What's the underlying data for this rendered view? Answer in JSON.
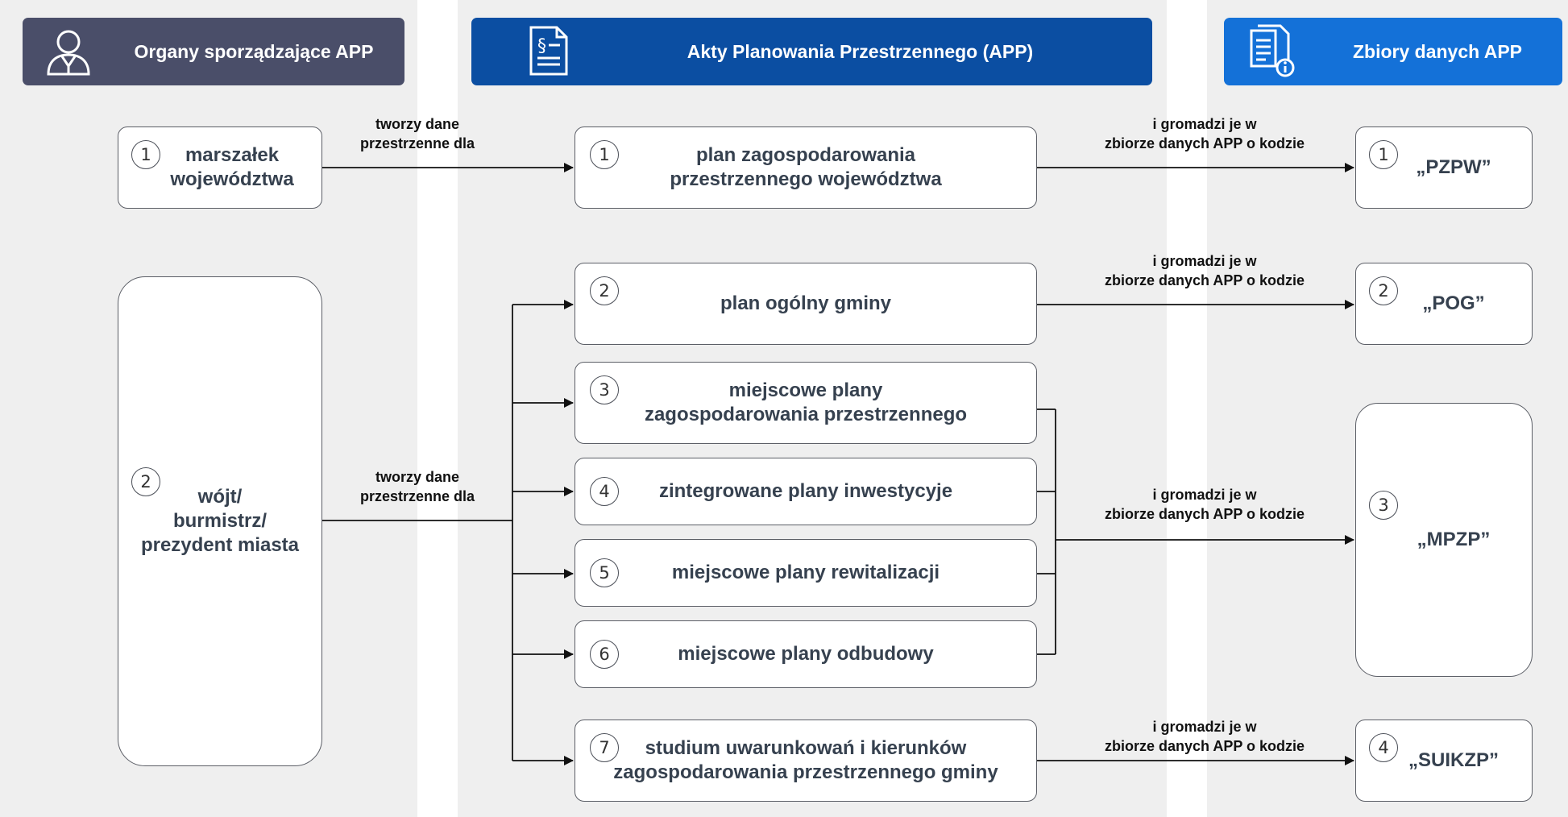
{
  "colors": {
    "column_bg": "#efefef",
    "header_organy": "#4a4e69",
    "header_akty": "#0b4ea2",
    "header_zbiory": "#1471d8",
    "box_text": "#36414f"
  },
  "headers": {
    "organy": {
      "title": "Organy sporządzające APP",
      "icon": "person-icon"
    },
    "akty": {
      "title": "Akty Planowania Przestrzennego (APP)",
      "icon": "legal-document-icon"
    },
    "zbiory": {
      "title": "Zbiory danych APP",
      "icon": "document-info-icon"
    }
  },
  "organy": [
    {
      "num": "1",
      "line1": "marszałek",
      "line2": "województwa",
      "line3": ""
    },
    {
      "num": "2",
      "line1": "wójt/",
      "line2": "burmistrz/",
      "line3": "prezydent miasta"
    }
  ],
  "akty": [
    {
      "num": "1",
      "line1": "plan zagospodarowania",
      "line2": "przestrzennego województwa"
    },
    {
      "num": "2",
      "line1": "plan ogólny gminy",
      "line2": ""
    },
    {
      "num": "3",
      "line1": "miejscowe plany",
      "line2": "zagospodarowania przestrzennego"
    },
    {
      "num": "4",
      "line1": "zintegrowane plany inwestycyje",
      "line2": ""
    },
    {
      "num": "5",
      "line1": "miejscowe plany rewitalizacji",
      "line2": ""
    },
    {
      "num": "6",
      "line1": "miejscowe plany odbudowy",
      "line2": ""
    },
    {
      "num": "7",
      "line1": "studium uwarunkowań i kierunków",
      "line2": "zagospodarowania przestrzennego gminy"
    }
  ],
  "zbiory": [
    {
      "num": "1",
      "code": "„PZPW”"
    },
    {
      "num": "2",
      "code": "„POG”"
    },
    {
      "num": "3",
      "code": "„MPZP”"
    },
    {
      "num": "4",
      "code": "„SUIKZP”"
    }
  ],
  "labels": {
    "tworzy_1": {
      "line1": "tworzy dane",
      "line2": "przestrzenne dla"
    },
    "tworzy_2": {
      "line1": "tworzy dane",
      "line2": "przestrzenne dla"
    },
    "gromadzi_1": {
      "line1": "i gromadzi je w",
      "line2": "zbiorze danych APP o kodzie"
    },
    "gromadzi_2": {
      "line1": "i gromadzi je w",
      "line2": "zbiorze danych APP o kodzie"
    },
    "gromadzi_3": {
      "line1": "i gromadzi je w",
      "line2": "zbiorze danych APP o kodzie"
    },
    "gromadzi_4": {
      "line1": "i gromadzi je w",
      "line2": "zbiorze danych APP o kodzie"
    }
  }
}
